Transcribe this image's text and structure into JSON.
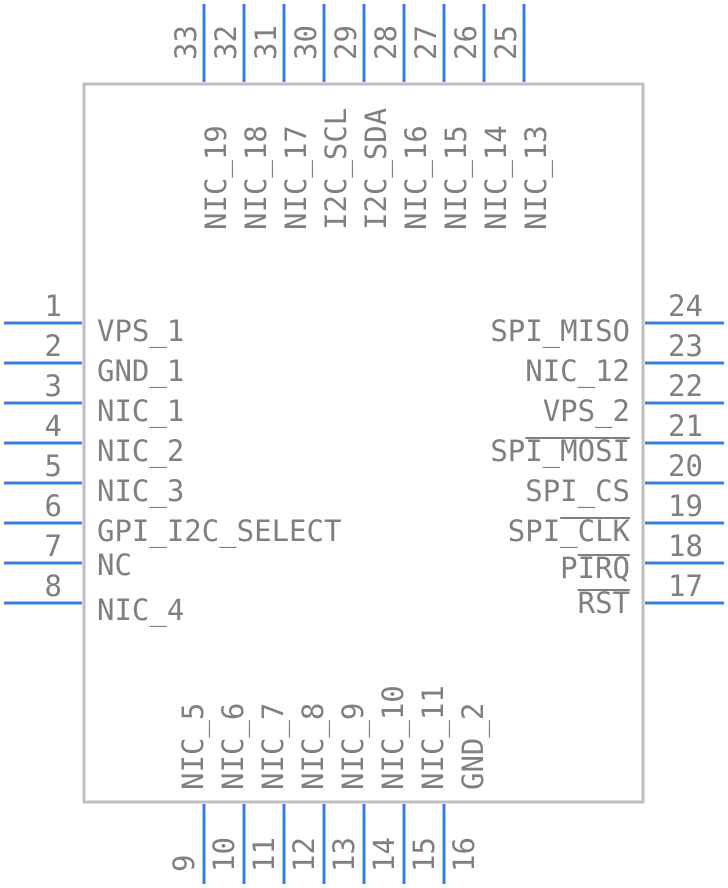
{
  "colors": {
    "pin": "#3a7ee0",
    "body": "#c0c0c0",
    "text": "#808080",
    "background": "#ffffff"
  },
  "left_pins": [
    {
      "num": "1",
      "label": "VPS_1"
    },
    {
      "num": "2",
      "label": "GND_1"
    },
    {
      "num": "3",
      "label": "NIC_1"
    },
    {
      "num": "4",
      "label": "NIC_2"
    },
    {
      "num": "5",
      "label": "NIC_3"
    },
    {
      "num": "6",
      "label": "GPI_I2C_SELECT"
    },
    {
      "num": "7",
      "label": "NC"
    },
    {
      "num": "8",
      "label": "NIC_4"
    }
  ],
  "right_pins": [
    {
      "num": "24",
      "label": "SPI_MISO"
    },
    {
      "num": "23",
      "label": "NIC_12"
    },
    {
      "num": "22",
      "label": "VPS_2"
    },
    {
      "num": "21",
      "label": "SPI_MOSI",
      "overbar": "I_MOSI"
    },
    {
      "num": "20",
      "label": "SPI_CS"
    },
    {
      "num": "19",
      "label": "SPI_CLK",
      "overbar": "_CLK"
    },
    {
      "num": "18",
      "label": "PIRQ",
      "overbar": "IRQ"
    },
    {
      "num": "17",
      "label": "RST",
      "overbar": "RST"
    }
  ],
  "top_pins": [
    {
      "num": "33",
      "label": ""
    },
    {
      "num": "32",
      "label": "NIC_19"
    },
    {
      "num": "31",
      "label": "NIC_18"
    },
    {
      "num": "30",
      "label": "NIC_17"
    },
    {
      "num": "29",
      "label": "I2C_SCL"
    },
    {
      "num": "28",
      "label": "I2C_SDA"
    },
    {
      "num": "27",
      "label": "NIC_16"
    },
    {
      "num": "26",
      "label": "NIC_15"
    },
    {
      "num": "25",
      "label": "NIC_14"
    },
    {
      "num": "",
      "label": "NIC_13"
    }
  ],
  "bottom_pins": [
    {
      "num": "9",
      "label": ""
    },
    {
      "num": "10",
      "label": "NIC_5"
    },
    {
      "num": "11",
      "label": "NIC_6"
    },
    {
      "num": "12",
      "label": "NIC_7"
    },
    {
      "num": "13",
      "label": "NIC_8"
    },
    {
      "num": "14",
      "label": "NIC_9"
    },
    {
      "num": "15",
      "label": "NIC_10"
    },
    {
      "num": "16",
      "label": "NIC_11"
    },
    {
      "num": "",
      "label": "GND_2"
    }
  ]
}
